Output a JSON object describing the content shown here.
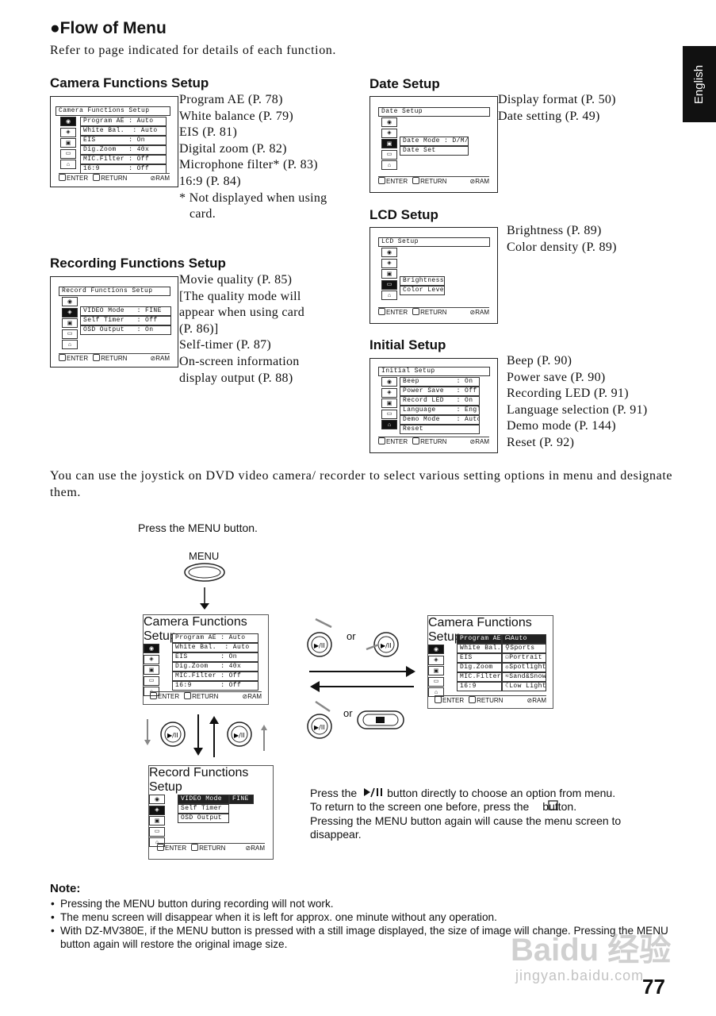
{
  "header": {
    "title": "●Flow of Menu",
    "intro": "Refer to page indicated for details of each function.",
    "language_tab": "English"
  },
  "camera_setup": {
    "heading": "Camera Functions Setup",
    "screen_title": "Camera Functions Setup",
    "rows": [
      "Program AE : Auto",
      "White Bal.  : Auto",
      "EIS        : On",
      "Dig.Zoom   : 40x",
      "MIC.Filter : Off",
      "16:9       : Off"
    ],
    "items": [
      "Program AE (P. 78)",
      "White balance (P. 79)",
      "EIS (P. 81)",
      "Digital zoom (P. 82)",
      "Microphone filter* (P. 83)",
      "16:9 (P. 84)",
      "* Not displayed when using",
      "card."
    ]
  },
  "recording_setup": {
    "heading": "Recording Functions Setup",
    "screen_title": "Record Functions Setup",
    "rows": [
      "VIDEO Mode   : FINE",
      "Self Timer   : Off",
      "OSD Output   : On"
    ],
    "items": [
      "Movie quality (P. 85)",
      "[The quality mode will",
      "appear when using card",
      "(P. 86)]",
      "Self-timer (P. 87)",
      "On-screen information",
      "display output (P. 88)"
    ]
  },
  "date_setup": {
    "heading": "Date Setup",
    "screen_title": "Date Setup",
    "rows": [
      "Date Mode : D/M/Y",
      "Date Set"
    ],
    "items": [
      "Display format (P. 50)",
      "Date setting (P. 49)"
    ]
  },
  "lcd_setup": {
    "heading": "LCD Setup",
    "screen_title": "LCD Setup",
    "rows": [
      "Brightness",
      "Color Level"
    ],
    "items": [
      "Brightness (P. 89)",
      "Color density (P. 89)"
    ]
  },
  "initial_setup": {
    "heading": "Initial Setup",
    "screen_title": "Initial Setup",
    "rows": [
      "Beep         : On",
      "Power Save   : Off",
      "Record LED   : On",
      "Language     : English",
      "Demo Mode    : Auto",
      "Reset"
    ],
    "items": [
      "Beep (P. 90)",
      "Power save (P. 90)",
      "Recording LED (P. 91)",
      "Language selection (P. 91)",
      "Demo mode (P. 144)",
      "Reset (P. 92)"
    ]
  },
  "screen_footer": {
    "enter": "ENTER",
    "return": "RETURN",
    "ram": "RAM"
  },
  "joystick_text": "You can use the joystick on DVD video camera/ recorder to select various setting options in menu and designate them.",
  "flow": {
    "press_menu": "Press the MENU button.",
    "menu_label": "MENU",
    "or1": "or",
    "or2": "or",
    "expanded_rows": [
      "Program AE",
      "White Bal.",
      "EIS",
      "Dig.Zoom",
      "MIC.Filter",
      "16:9"
    ],
    "expanded_options": [
      "Auto",
      "Sports",
      "Portrait",
      "Spotlight",
      "Sand&Snow",
      "Low Light"
    ],
    "record_rows": [
      "VIDEO Mode",
      "Self Timer",
      "OSD Output"
    ],
    "record_selected_value": "FINE",
    "instruction_1a": "Press the",
    "instruction_1b": "button directly to choose an option from menu.",
    "instruction_2a": "To return to the screen one before, press the",
    "instruction_2b": "button.",
    "instruction_3": "Pressing the MENU button again will cause the menu screen to",
    "instruction_4": "disappear."
  },
  "note": {
    "label": "Note:",
    "items": [
      "Pressing the MENU button during recording will not work.",
      "The menu screen will disappear when it is left for approx. one minute without any operation.",
      "With DZ-MV380E, if the MENU button is pressed with a still image displayed, the size of image will change. Pressing the MENU button again will restore the original image size."
    ]
  },
  "watermark": {
    "brand": "Baidu 经验",
    "url": "jingyan.baidu.com"
  },
  "page_number": "77"
}
